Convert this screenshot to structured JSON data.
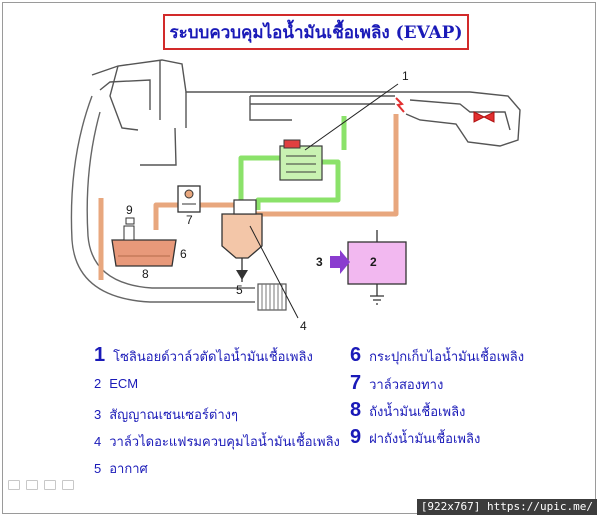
{
  "title": "ระบบควบคุมไอน้ำมันเชื้อเพลิง (EVAP)",
  "diagram": {
    "callouts": [
      "1",
      "2",
      "3",
      "4",
      "5",
      "6",
      "7",
      "8",
      "9"
    ]
  },
  "legend": {
    "left": [
      {
        "num": "1",
        "text": "โซลินอยด์วาล์วตัดไอน้ำมันเชื้อเพลิง",
        "size": "big"
      },
      {
        "num": "2",
        "text": "ECM",
        "size": "small"
      },
      {
        "num": "3",
        "text": "สัญญาณเซนเซอร์ต่างๆ",
        "size": "small"
      },
      {
        "num": "4",
        "text": "วาล์วไดอะแฟรมควบคุมไอน้ำมันเชื้อเพลิง",
        "size": "small"
      },
      {
        "num": "5",
        "text": "อากาศ",
        "size": "small"
      }
    ],
    "right": [
      {
        "num": "6",
        "text": "กระปุกเก็บไอน้ำมันเชื้อเพลิง",
        "size": "big"
      },
      {
        "num": "7",
        "text": "วาล์วสองทาง",
        "size": "big"
      },
      {
        "num": "8",
        "text": "ถังน้ำมันเชื้อเพลิง",
        "size": "big"
      },
      {
        "num": "9",
        "text": "ฝาถังน้ำมันเชื้อเพลิง",
        "size": "big"
      }
    ]
  },
  "watermark": "[922x767] https://upic.me/",
  "colors": {
    "title_text": "#1a1ab8",
    "title_border": "#d22a2a",
    "vapor_line": "#e8a77e",
    "purge_line": "#8be26a",
    "ecm_box": "#f2b8f0",
    "signal_arrow": "#8a3ccf",
    "tank": "#e8997a"
  }
}
